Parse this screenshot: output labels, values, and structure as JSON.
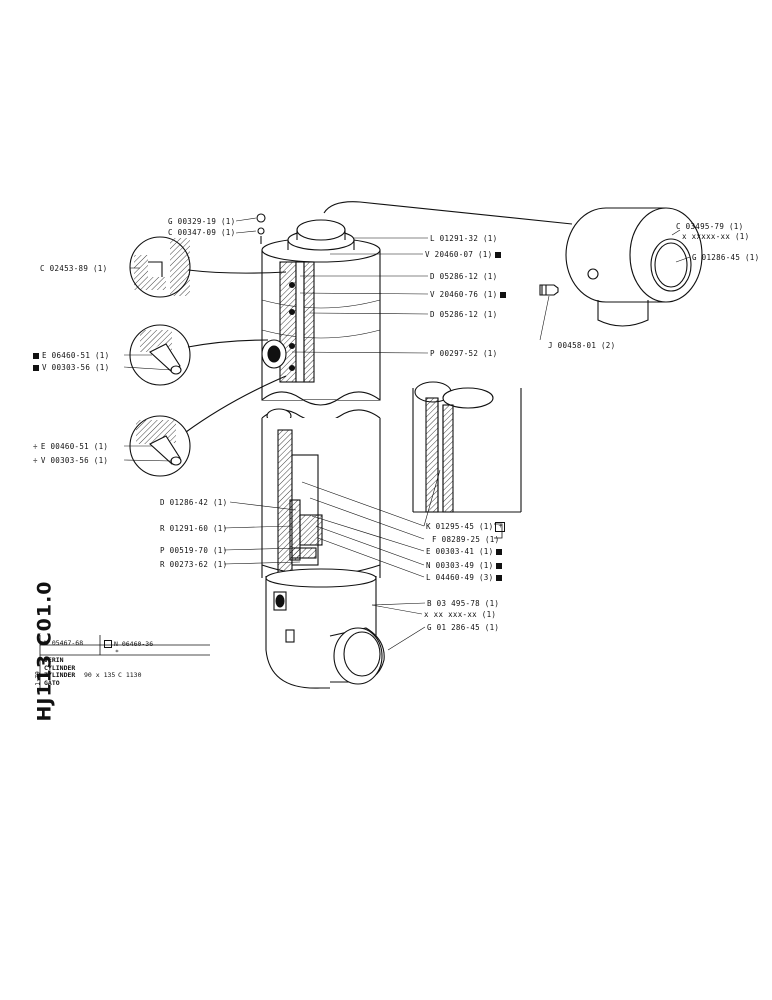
{
  "document": {
    "id": "HJ113 C01.0",
    "date": "1-79"
  },
  "title_block": {
    "ref_left": "N 05467-68",
    "ref_right": "N 06460-36",
    "names": [
      "VERIN",
      "CYLINDER",
      "ZYLINDER",
      "GATO"
    ],
    "size": "90 x 135",
    "code": "C 1130",
    "mark": "*"
  },
  "labels": {
    "g00329": "G 00329-19 (1)",
    "c00347": "C 00347-09 (1)",
    "c02453": "C 02453-89 (1)",
    "e06460": "E 06460-51 (1)",
    "v00303a": "V 00303-56 (1)",
    "e00460": "E 00460-51 (1)",
    "v00303b": "V 00303-56 (1)",
    "l01291": "L 01291-32 (1)",
    "v20460_07": "V 20460-07 (1)",
    "d05286a": "D 05286-12 (1)",
    "v20460_76": "V 20460-76 (1)",
    "d05286b": "D 05286-12 (1)",
    "p00297": "P 00297-52 (1)",
    "c03495": "C 03495-79 (1)",
    "xxxxx": "x xxxxx-xx (1)",
    "g01286a": "G 01286-45 (1)",
    "j00458": "J 00458-01 (2)",
    "d01286": "D 01286-42 (1)",
    "r01291": "R 01291-60 (1)",
    "p00519": "P 00519-70 (1)",
    "r00273": "R 00273-62 (1)",
    "k01295": "K 01295-45 (1)",
    "f08289": "F 08289-25 (1)",
    "e00303": "E 00303-41 (1)",
    "n00303": "N 00303-49 (1)",
    "l04460": "L 04460-49 (3)",
    "b03495": "B 03 495-78 (1)",
    "xxxx2": "x xx xxx-xx (1)",
    "g01286b": "G 01 286-45 (1)"
  }
}
